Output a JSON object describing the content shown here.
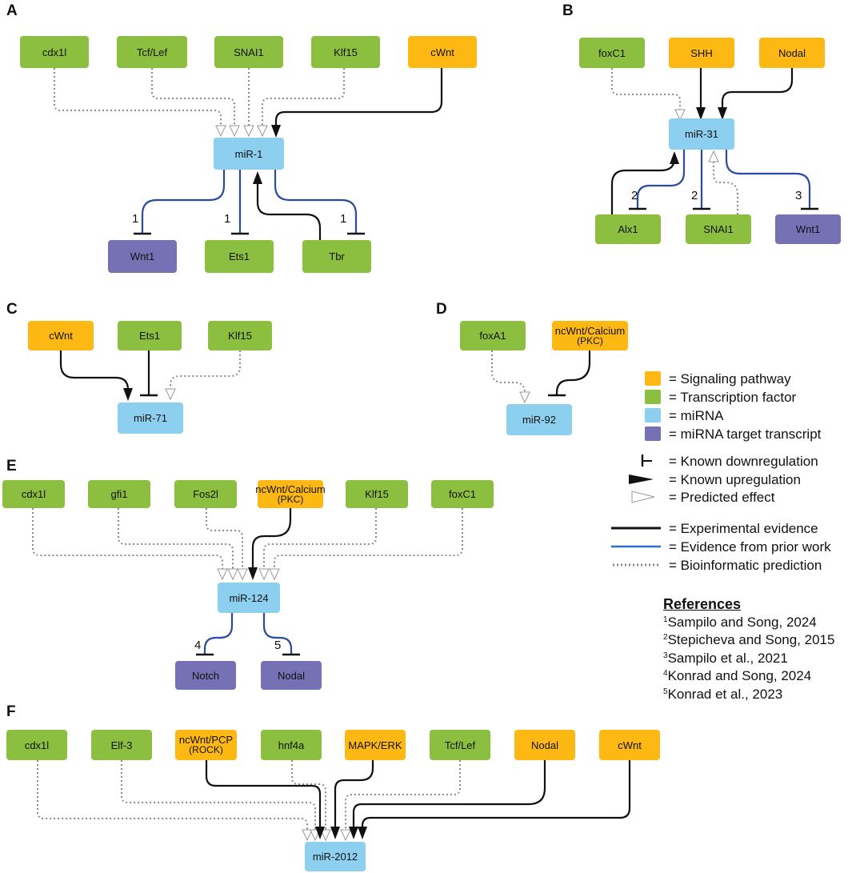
{
  "panels": [
    "A",
    "B",
    "C",
    "D",
    "E",
    "F"
  ],
  "colors": {
    "transcription_factor": "#8cbf3f",
    "signaling_pathway": "#fdb813",
    "mirna": "#8ccfef",
    "target_transcript": "#7670b4",
    "experimental": "#111111",
    "prior_work": "#2b4aa3",
    "bioinformatic": "#8a8a8a"
  },
  "A": {
    "mirna": "miR-1",
    "inputs": [
      "cdx1l",
      "Tcf/Lef",
      "SNAI1",
      "Klf15",
      "cWnt"
    ],
    "targets": [
      "Wnt1",
      "Ets1",
      "Tbr"
    ],
    "ref_labels": [
      "1",
      "1",
      "1"
    ]
  },
  "B": {
    "mirna": "miR-31",
    "inputs": [
      "foxC1",
      "SHH",
      "Nodal"
    ],
    "targets": [
      "Alx1",
      "SNAI1",
      "Wnt1"
    ],
    "ref_labels": [
      "2",
      "2",
      "3"
    ]
  },
  "C": {
    "mirna": "miR-71",
    "inputs": [
      "cWnt",
      "Ets1",
      "Klf15"
    ]
  },
  "D": {
    "mirna": "miR-92",
    "inputs": [
      "foxA1"
    ],
    "pathway": {
      "line1": "ncWnt/Calcium",
      "line2": "(PKC)"
    }
  },
  "E": {
    "mirna": "miR-124",
    "inputs": [
      "cdx1l",
      "gfi1",
      "Fos2l",
      "Klf15",
      "foxC1"
    ],
    "pathway": {
      "line1": "ncWnt/Calcium",
      "line2": "(PKC)"
    },
    "targets": [
      "Notch",
      "Nodal"
    ],
    "ref_labels": [
      "4",
      "5"
    ]
  },
  "F": {
    "mirna": "miR-2012",
    "inputs": [
      "cdx1l",
      "Elf-3",
      "hnf4a",
      "MAPK/ERK",
      "Tcf/Lef",
      "Nodal",
      "cWnt"
    ],
    "pathway": {
      "line1": "ncWnt/PCP",
      "line2": "(ROCK)"
    }
  },
  "legend": {
    "signaling": "= Signaling pathway",
    "tf": "= Transcription factor",
    "mirna": "= miRNA",
    "target": "= miRNA target transcript",
    "down": "= Known downregulation",
    "up": "= Known upregulation",
    "predicted": "= Predicted effect",
    "experimental": "= Experimental evidence",
    "prior": "= Evidence from prior work",
    "bioinf": "= Bioinformatic prediction"
  },
  "references": {
    "heading": "References",
    "items": [
      {
        "num": "1",
        "text": "Sampilo and Song, 2024"
      },
      {
        "num": "2",
        "text": "Stepicheva and Song, 2015"
      },
      {
        "num": "3",
        "text": "Sampilo et al., 2021"
      },
      {
        "num": "4",
        "text": "Konrad and Song, 2024"
      },
      {
        "num": "5",
        "text": "Konrad et al., 2023"
      }
    ]
  }
}
